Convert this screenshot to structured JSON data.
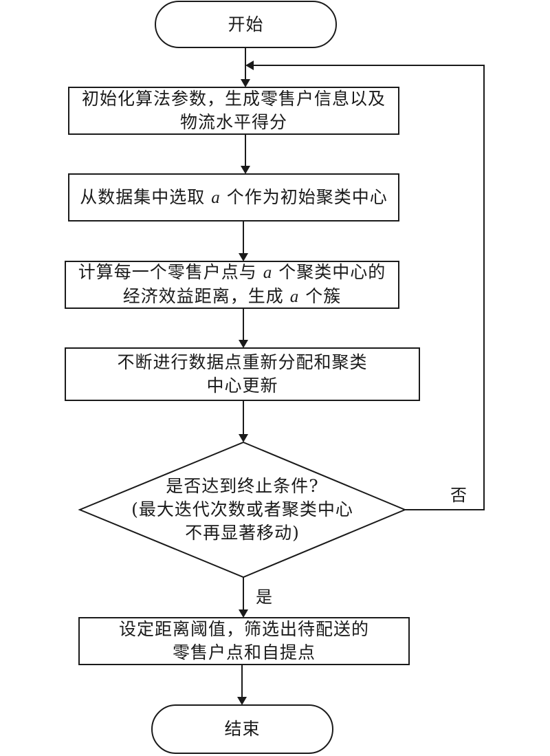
{
  "diagram": {
    "type": "flowchart",
    "nodes": {
      "start": {
        "shape": "terminal",
        "label": "开始"
      },
      "init": {
        "shape": "process",
        "lines": [
          "初始化算法参数，生成零售户信息以及",
          "物流水平得分"
        ]
      },
      "select_centers": {
        "shape": "process",
        "lines": [
          "从数据集中选取 a 个作为初始聚类中心"
        ]
      },
      "compute_distance": {
        "shape": "process",
        "lines": [
          "计算每一个零售户点与 a 个聚类中心的",
          "经济效益距离，生成 a 个簇"
        ]
      },
      "reassign": {
        "shape": "process",
        "lines": [
          "不断进行数据点重新分配和聚类",
          "中心更新"
        ]
      },
      "decision": {
        "shape": "decision",
        "lines": [
          "是否达到终止条件?",
          "(最大迭代次数或者聚类中心",
          "不再显著移动)"
        ]
      },
      "threshold": {
        "shape": "process",
        "lines": [
          "设定距离阈值，筛选出待配送的",
          "零售户点和自提点"
        ]
      },
      "end": {
        "shape": "terminal",
        "label": "结束"
      }
    },
    "edges": [
      {
        "from": "start",
        "to": "init"
      },
      {
        "from": "init",
        "to": "select_centers"
      },
      {
        "from": "select_centers",
        "to": "compute_distance"
      },
      {
        "from": "compute_distance",
        "to": "reassign"
      },
      {
        "from": "reassign",
        "to": "decision"
      },
      {
        "from": "decision",
        "to": "threshold",
        "label": "是"
      },
      {
        "from": "decision",
        "to": "init",
        "label": "否"
      },
      {
        "from": "threshold",
        "to": "end"
      }
    ],
    "edge_labels": {
      "yes": "是",
      "no": "否"
    },
    "colors": {
      "stroke": "#1a1a1a",
      "fill": "#ffffff"
    }
  }
}
